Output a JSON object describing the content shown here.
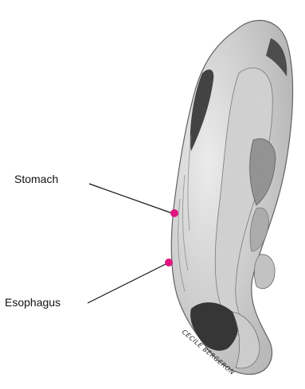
{
  "labels": {
    "stomach": "Stomach",
    "esophagus": "Esophagus"
  },
  "signature": "CECILE BERGERON",
  "colors": {
    "point": "#e0157f",
    "leader": "#111111",
    "ink": "#2a2a2a"
  }
}
